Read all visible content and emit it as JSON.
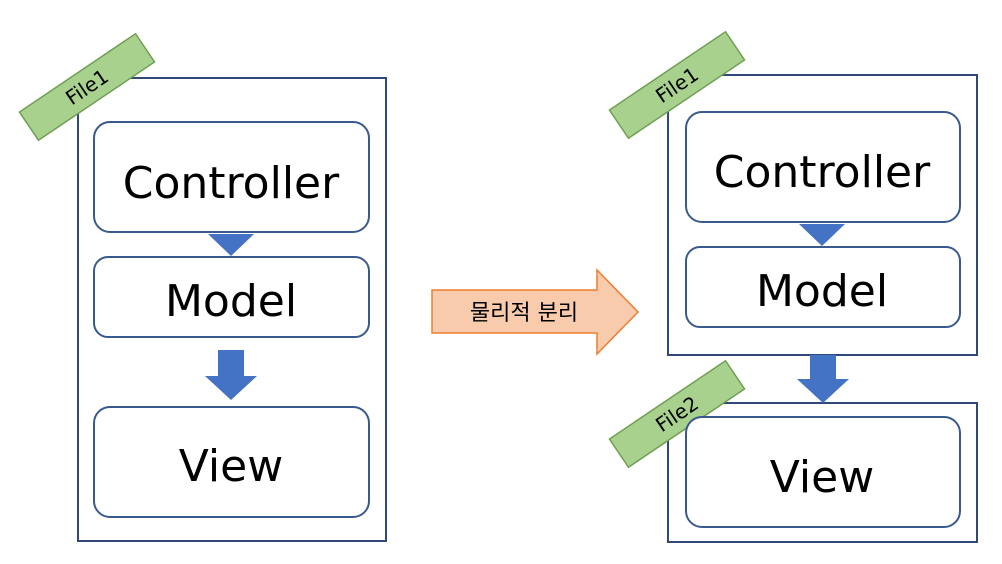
{
  "left": {
    "file_tag": "File1",
    "controller_label": "Controller",
    "model_label": "Model",
    "view_label": "View"
  },
  "middle": {
    "arrow_label": "물리적 분리"
  },
  "right": {
    "file1_tag": "File1",
    "file2_tag": "File2",
    "controller_label": "Controller",
    "model_label": "Model",
    "view_label": "View"
  },
  "colors": {
    "container_border": "#2f4a78",
    "box_border": "#3a5a8f",
    "flow_arrow": "#4472c4",
    "file_tag_fill": "#a9d18e",
    "file_tag_border": "#6f9f52",
    "separation_arrow_fill": "#f8cbad",
    "separation_arrow_border": "#ed7d31"
  }
}
